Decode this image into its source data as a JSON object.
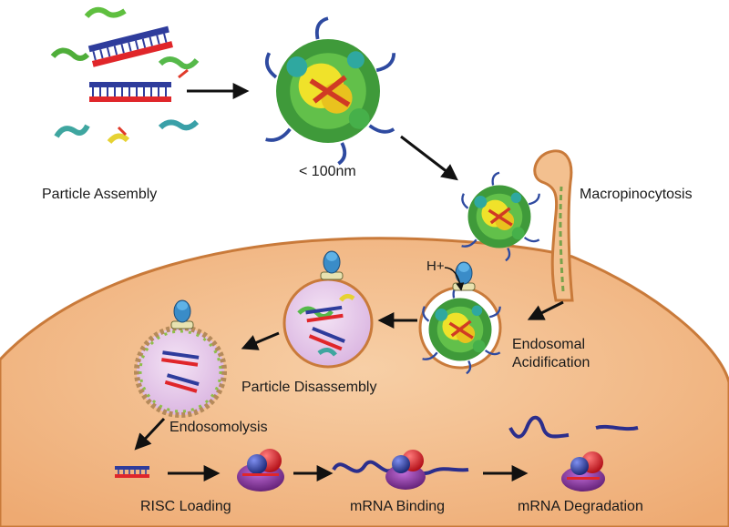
{
  "labels": {
    "particle_assembly": "Particle Assembly",
    "size": "< 100nm",
    "macropinocytosis": "Macropinocytosis",
    "proton": "H+",
    "endosomal_1": "Endosomal",
    "endosomal_2": "Acidification",
    "particle_disassembly": "Particle Disassembly",
    "endosomolysis": "Endosomolysis",
    "risc_loading": "RISC Loading",
    "mrna_binding": "mRNA Binding",
    "mrna_degradation": "mRNA Degradation"
  },
  "colors": {
    "cell_fill": "#f2b985",
    "cell_edge": "#c97a3a",
    "vesicle_fill": "#ead2ee",
    "sirna_blue": "#2e3c9c",
    "sirna_red": "#e0262a",
    "mrna": "#2b2e8c",
    "risc_purple": "#7a2e8e",
    "risc_red": "#d51d25",
    "risc_blue": "#2c3d9a",
    "particle_green": "#4caf3a",
    "particle_yellow": "#f2e218",
    "particle_teal": "#1a9a9a"
  }
}
